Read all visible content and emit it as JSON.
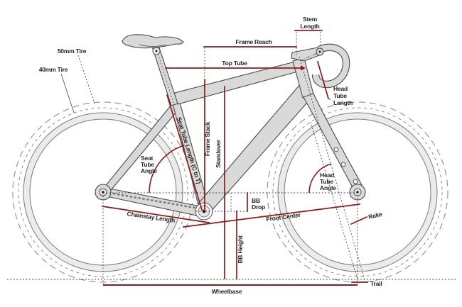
{
  "title": "Bicycle frame geometry diagram",
  "colors": {
    "measure_line": "#8e1b1b",
    "label_text": "#262626",
    "frame_fill": "#d9d9d9",
    "frame_stroke": "#4a4a4a",
    "tire_fill": "#ebebeb"
  },
  "labels": {
    "tire_50": "50mm Tire",
    "tire_40": "40mm Tire",
    "frame_reach": "Frame Reach",
    "top_tube": "Top Tube",
    "stem_length": [
      "Stem",
      "Length"
    ],
    "head_tube_length": [
      "Head",
      "Tube",
      "Length"
    ],
    "seat_tube_angle": [
      "Seat",
      "Tube",
      "Angle"
    ],
    "head_tube_angle": [
      "Head",
      "Tube",
      "Angle"
    ],
    "bb_drop": [
      "BB",
      "Drop"
    ],
    "seat_tube_length": "Seat Tube Length (C to T)",
    "frame_stack": "Frame Stack",
    "standover": "Standover",
    "chainstay_length": "Chainstay Length",
    "front_center": "Front Center",
    "bb_height": "BB Height",
    "rake": "Rake",
    "trail": "Trail",
    "wheelbase": "Wheelbase"
  }
}
